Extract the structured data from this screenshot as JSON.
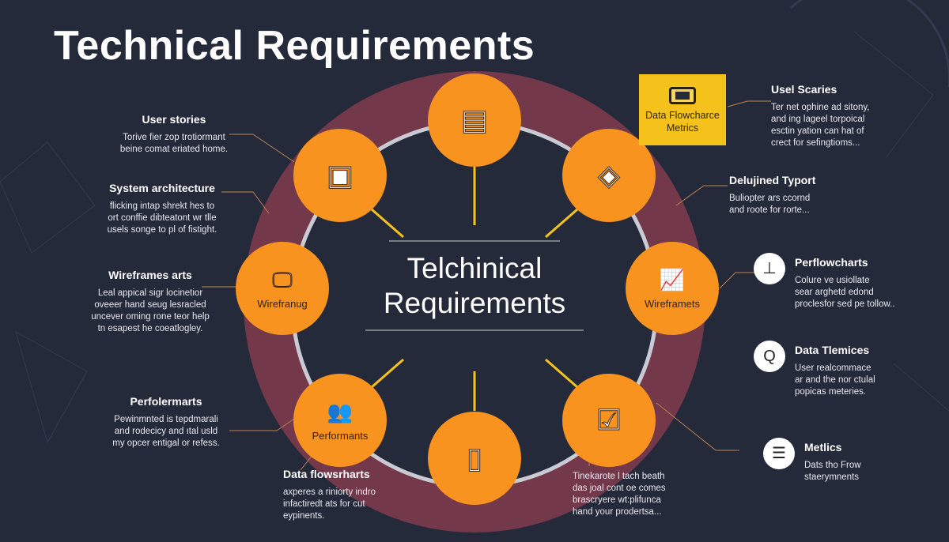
{
  "title": "Technical Requirements",
  "center_title": [
    "Telchinical",
    "Requirements"
  ],
  "colors": {
    "background": "#252a3b",
    "ring": "#7a3a4c",
    "node": "#f7931e",
    "highlight": "#f5c21b"
  },
  "nodes": [
    {
      "label": "",
      "icon": "document-icon"
    },
    {
      "label": "",
      "icon": "wireframe-icon"
    },
    {
      "label": "",
      "icon": "chip-icon"
    },
    {
      "label": "Wirefranug",
      "icon": "monitor-icon"
    },
    {
      "label": "Wireframets",
      "icon": "chart-icon"
    },
    {
      "label": "Performants",
      "icon": "users-icon"
    },
    {
      "label": "",
      "icon": "devices-icon"
    },
    {
      "label": "",
      "icon": "checklist-icon"
    }
  ],
  "highlight_box": {
    "label": "Data Flowcharce Metrics",
    "icon": "screen-icon"
  },
  "left_items": [
    {
      "heading": "User stories",
      "lines": [
        "Torive fier zop trotiormant",
        "beine comat eriated home."
      ]
    },
    {
      "heading": "System architecture",
      "lines": [
        "flicking intap shrekt hes to",
        "ort conffie dibteatont wr tlle",
        "usels songe to pl of fistight."
      ]
    },
    {
      "heading": "Wireframes arts",
      "lines": [
        "Leal appical sigr locinetior",
        "oveeer hand seug lesracled",
        "uncever oming rone teor help",
        "tn esapest he coeatlogley."
      ]
    },
    {
      "heading": "Perfolermarts",
      "lines": [
        "Pewinmnted is tepdmarali",
        "and rodecicy and ıtal usld",
        "my opcer entigal or refess."
      ]
    }
  ],
  "bottom_items": [
    {
      "heading": "Data flowsrharts",
      "lines": [
        "axperes a riniorty indro",
        "infactiredt ats for cut",
        "eypinents."
      ]
    },
    {
      "heading": "",
      "lines": [
        "Tinekarote l tach beath",
        "das joal cont oe comes",
        "brascryere wt:plifunca",
        "hand your prodertsa..."
      ]
    }
  ],
  "right_items": [
    {
      "heading": "Usel Scaries",
      "lines": [
        "Ter net ophine ad sitony,",
        "and ing lageel torpoical",
        "esctin yation can hat of",
        "crect for sefingtioms..."
      ]
    },
    {
      "heading": "Delujined Typort",
      "lines": [
        "Buliopter ars ccornd",
        "and roote for rorte..."
      ]
    },
    {
      "heading": "Perflowcharts",
      "lines": [
        "Colure ve usiollate",
        "sear arghetd edond",
        "proclesfor sed pe tollow.."
      ]
    },
    {
      "heading": "Data Tlemices",
      "lines": [
        "User realcommace",
        "ar and the nor ctulal",
        "popicas meteries."
      ]
    },
    {
      "heading": "Metlics",
      "lines": [
        "Dats tho Frow",
        "staerymnents"
      ]
    }
  ]
}
